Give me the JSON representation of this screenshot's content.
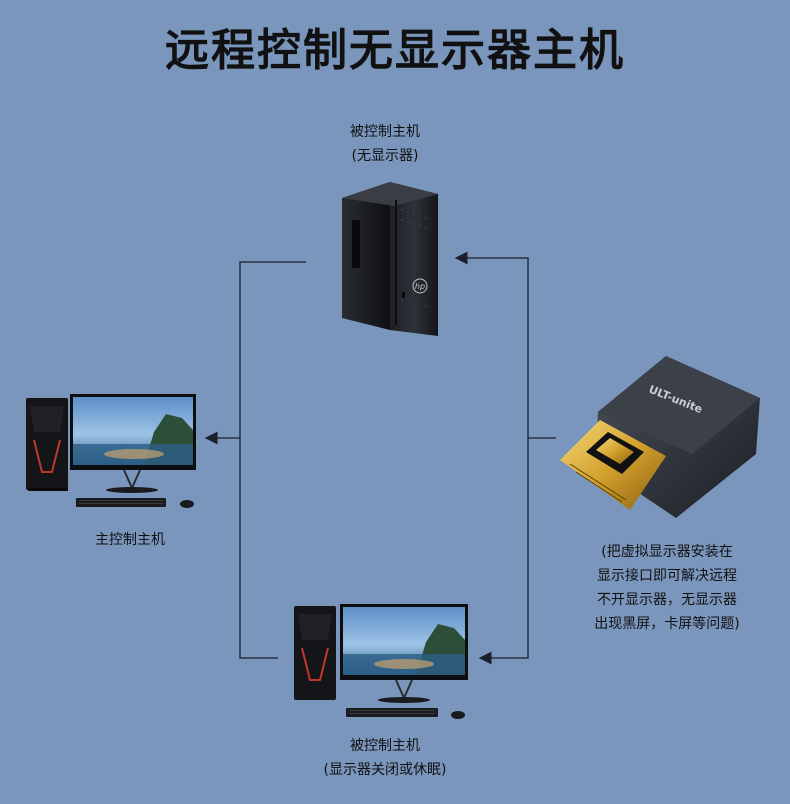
{
  "title": "远程控制无显示器主机",
  "top_host": {
    "line1": "被控制主机",
    "line2": "(无显示器)",
    "brand": "hp"
  },
  "main_host": {
    "label": "主控制主机"
  },
  "bottom_host": {
    "line1": "被控制主机",
    "line2": "(显示器关闭或休眠)"
  },
  "adapter": {
    "brand": "ULT-unite",
    "note_lines": [
      "(把虚拟显示器安装在",
      "显示接口即可解决远程",
      "不开显示器，无显示器",
      "出现黑屏，卡屏等问题)"
    ]
  },
  "colors": {
    "background": "#7a96bd",
    "line": "#1b1f2a"
  }
}
